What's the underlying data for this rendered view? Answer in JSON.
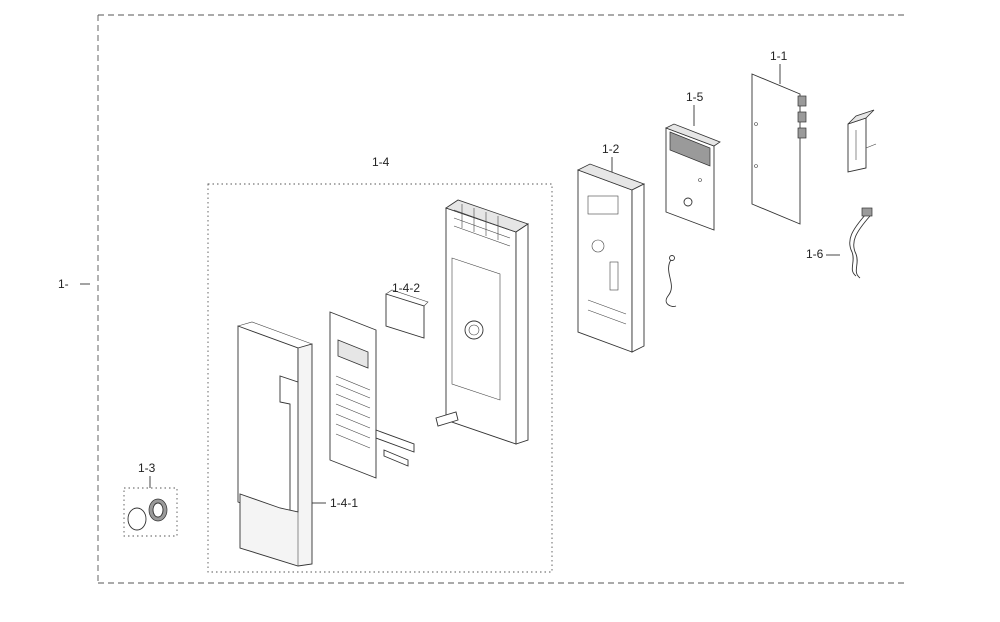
{
  "diagram": {
    "labels": {
      "root": "1-",
      "board_main": "1-1",
      "bracket": "1-2",
      "knob": "1-3",
      "panel_assembly": "1-4",
      "panel_cover": "1-4-1",
      "window": "1-4-2",
      "display_board": "1-5",
      "wire_harness": "1-6"
    }
  }
}
